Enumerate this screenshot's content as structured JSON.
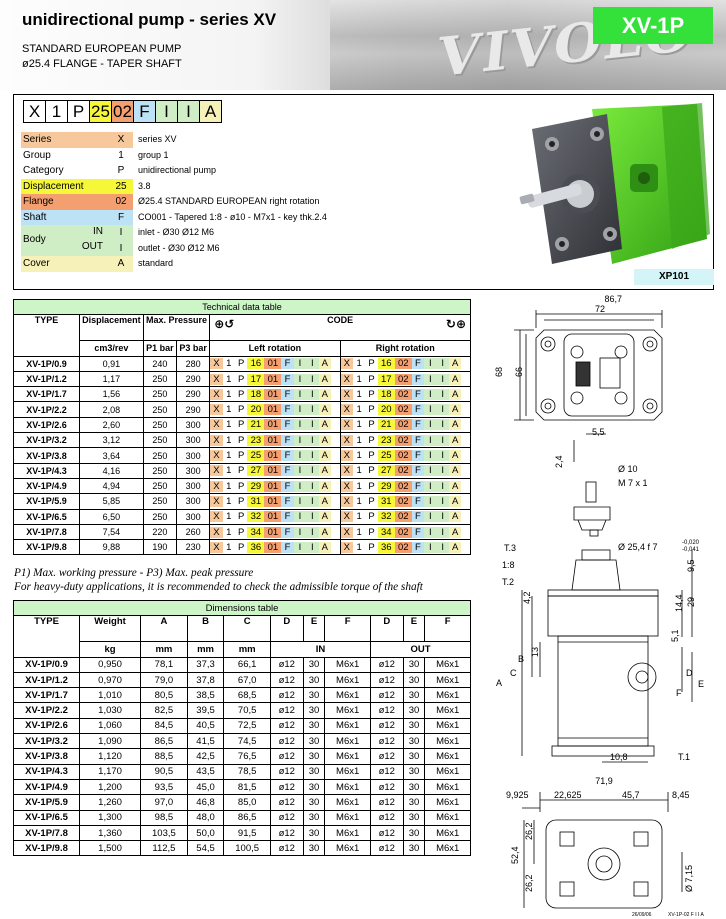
{
  "header": {
    "title": "unidirectional pump - series XV",
    "subtitle1": "STANDARD EUROPEAN PUMP",
    "subtitle2": "ø25.4 FLANGE - TAPER SHAFT",
    "model": "XV-1P",
    "bg_text": "VIVOLO"
  },
  "code": {
    "chars": [
      {
        "v": "X",
        "bg": "#ffffff"
      },
      {
        "v": "1",
        "bg": "#ffffff"
      },
      {
        "v": "P",
        "bg": "#ffffff"
      },
      {
        "v": "25",
        "bg": "#f7f739"
      },
      {
        "v": "02",
        "bg": "#f49f6f"
      },
      {
        "v": "F",
        "bg": "#bde1f5"
      },
      {
        "v": "I",
        "bg": "#cfeec6"
      },
      {
        "v": "I",
        "bg": "#cfeec6"
      },
      {
        "v": "A",
        "bg": "#f6f0b9"
      }
    ],
    "rows": [
      {
        "label": "Series",
        "code": "X",
        "desc": "series XV",
        "bg": "#f7c89c"
      },
      {
        "label": "Group",
        "code": "1",
        "desc": "group 1",
        "bg": "#ffffff"
      },
      {
        "label": "Category",
        "code": "P",
        "desc": "unidirectional pump",
        "bg": "#ffffff"
      },
      {
        "label": "Displacement",
        "code": "25",
        "desc": "3.8",
        "bg": "#f7f739"
      },
      {
        "label": "Flange",
        "code": "02",
        "desc": "Ø25.4 STANDARD EUROPEAN right rotation",
        "bg": "#f49f6f"
      },
      {
        "label": "Shaft",
        "code": "F",
        "desc": "CO001 - Tapered 1:8 - ø10 - M7x1 - key thk.2.4",
        "bg": "#bde1f5"
      }
    ],
    "body": {
      "label": "Body",
      "in_label": "IN",
      "out_label": "OUT",
      "in_code": "I",
      "out_code": "I",
      "in_desc": "inlet - Ø30 Ø12 M6",
      "out_desc": "outlet - Ø30 Ø12 M6",
      "bg": "#cfeec6"
    },
    "cover": {
      "label": "Cover",
      "code": "A",
      "desc": "standard",
      "bg": "#f6f0b9"
    },
    "photo_label": "XP101"
  },
  "tech": {
    "caption": "Technical data table",
    "h_type": "TYPE",
    "h_disp": "Displacement",
    "h_press": "Max. Pressure",
    "h_code": "CODE",
    "h_unit": "cm3/rev",
    "h_p1": "P1 bar",
    "h_p3": "P3 bar",
    "h_left": "Left rotation",
    "h_right": "Right rotation",
    "rows": [
      {
        "type": "XV-1P/0.9",
        "disp": "0,91",
        "p1": "240",
        "p3": "280",
        "num": "16"
      },
      {
        "type": "XV-1P/1.2",
        "disp": "1,17",
        "p1": "250",
        "p3": "290",
        "num": "17"
      },
      {
        "type": "XV-1P/1.7",
        "disp": "1,56",
        "p1": "250",
        "p3": "290",
        "num": "18"
      },
      {
        "type": "XV-1P/2.2",
        "disp": "2,08",
        "p1": "250",
        "p3": "290",
        "num": "20"
      },
      {
        "type": "XV-1P/2.6",
        "disp": "2,60",
        "p1": "250",
        "p3": "300",
        "num": "21"
      },
      {
        "type": "XV-1P/3.2",
        "disp": "3,12",
        "p1": "250",
        "p3": "300",
        "num": "23"
      },
      {
        "type": "XV-1P/3.8",
        "disp": "3,64",
        "p1": "250",
        "p3": "300",
        "num": "25"
      },
      {
        "type": "XV-1P/4.3",
        "disp": "4,16",
        "p1": "250",
        "p3": "300",
        "num": "27"
      },
      {
        "type": "XV-1P/4.9",
        "disp": "4,94",
        "p1": "250",
        "p3": "300",
        "num": "29"
      },
      {
        "type": "XV-1P/5.9",
        "disp": "5,85",
        "p1": "250",
        "p3": "300",
        "num": "31"
      },
      {
        "type": "XV-1P/6.5",
        "disp": "6,50",
        "p1": "250",
        "p3": "300",
        "num": "32"
      },
      {
        "type": "XV-1P/7.8",
        "disp": "7,54",
        "p1": "220",
        "p3": "260",
        "num": "34"
      },
      {
        "type": "XV-1P/9.8",
        "disp": "9,88",
        "p1": "190",
        "p3": "230",
        "num": "36"
      }
    ],
    "left_flange": "01",
    "right_flange": "02",
    "note1": "P1) Max. working pressure - P3) Max. peak pressure",
    "note2": "For heavy-duty applications, it is recommended to check the admissible torque of the shaft"
  },
  "dims": {
    "caption": "Dimensions table",
    "headers": [
      "TYPE",
      "Weight",
      "A",
      "B",
      "C",
      "D",
      "E",
      "F",
      "D",
      "E",
      "F"
    ],
    "units": [
      "kg",
      "mm",
      "mm",
      "mm",
      "IN",
      "OUT"
    ],
    "rows": [
      [
        "XV-1P/0.9",
        "0,950",
        "78,1",
        "37,3",
        "66,1",
        "ø12",
        "30",
        "M6x1",
        "ø12",
        "30",
        "M6x1"
      ],
      [
        "XV-1P/1.2",
        "0,970",
        "79,0",
        "37,8",
        "67,0",
        "ø12",
        "30",
        "M6x1",
        "ø12",
        "30",
        "M6x1"
      ],
      [
        "XV-1P/1.7",
        "1,010",
        "80,5",
        "38,5",
        "68,5",
        "ø12",
        "30",
        "M6x1",
        "ø12",
        "30",
        "M6x1"
      ],
      [
        "XV-1P/2.2",
        "1,030",
        "82,5",
        "39,5",
        "70,5",
        "ø12",
        "30",
        "M6x1",
        "ø12",
        "30",
        "M6x1"
      ],
      [
        "XV-1P/2.6",
        "1,060",
        "84,5",
        "40,5",
        "72,5",
        "ø12",
        "30",
        "M6x1",
        "ø12",
        "30",
        "M6x1"
      ],
      [
        "XV-1P/3.2",
        "1,090",
        "86,5",
        "41,5",
        "74,5",
        "ø12",
        "30",
        "M6x1",
        "ø12",
        "30",
        "M6x1"
      ],
      [
        "XV-1P/3.8",
        "1,120",
        "88,5",
        "42,5",
        "76,5",
        "ø12",
        "30",
        "M6x1",
        "ø12",
        "30",
        "M6x1"
      ],
      [
        "XV-1P/4.3",
        "1,170",
        "90,5",
        "43,5",
        "78,5",
        "ø12",
        "30",
        "M6x1",
        "ø12",
        "30",
        "M6x1"
      ],
      [
        "XV-1P/4.9",
        "1,200",
        "93,5",
        "45,0",
        "81,5",
        "ø12",
        "30",
        "M6x1",
        "ø12",
        "30",
        "M6x1"
      ],
      [
        "XV-1P/5.9",
        "1,260",
        "97,0",
        "46,8",
        "85,0",
        "ø12",
        "30",
        "M6x1",
        "ø12",
        "30",
        "M6x1"
      ],
      [
        "XV-1P/6.5",
        "1,300",
        "98,5",
        "48,0",
        "86,5",
        "ø12",
        "30",
        "M6x1",
        "ø12",
        "30",
        "M6x1"
      ],
      [
        "XV-1P/7.8",
        "1,360",
        "103,5",
        "50,0",
        "91,5",
        "ø12",
        "30",
        "M6x1",
        "ø12",
        "30",
        "M6x1"
      ],
      [
        "XV-1P/9.8",
        "1,500",
        "112,5",
        "54,5",
        "100,5",
        "ø12",
        "30",
        "M6x1",
        "ø12",
        "30",
        "M6x1"
      ]
    ]
  },
  "drawing": {
    "d_867": "86,7",
    "d_72": "72",
    "d_68": "68",
    "d_66": "66",
    "d_55": "5,5",
    "d_24": "2,4",
    "d_o10": "Ø 10",
    "d_m7": "M 7 x 1",
    "d_254": "Ø 25,4 f 7",
    "d_tol1": "-0,020",
    "d_tol2": "-0,041",
    "t3": "T.3",
    "taper": "1:8",
    "t2": "T.2",
    "t1": "T.1",
    "d_95": "9,5",
    "d_42": "4,2",
    "d_144": "14,4",
    "d_29": "29",
    "d_13": "13",
    "d_51": "5,1",
    "d_108": "10,8",
    "lA": "A",
    "lC": "C",
    "lB": "B",
    "lD": "D",
    "lE": "E",
    "lF": "F",
    "d_719": "71,9",
    "d_9925": "9,925",
    "d_22625": "22,625",
    "d_457": "45,7",
    "d_845": "8,45",
    "d_262a": "26,2",
    "d_524": "52,4",
    "d_262b": "26,2",
    "d_715": "Ø 7,15",
    "footer1": "26/09/06",
    "footer2": "XV-1P-02 F I I A"
  }
}
